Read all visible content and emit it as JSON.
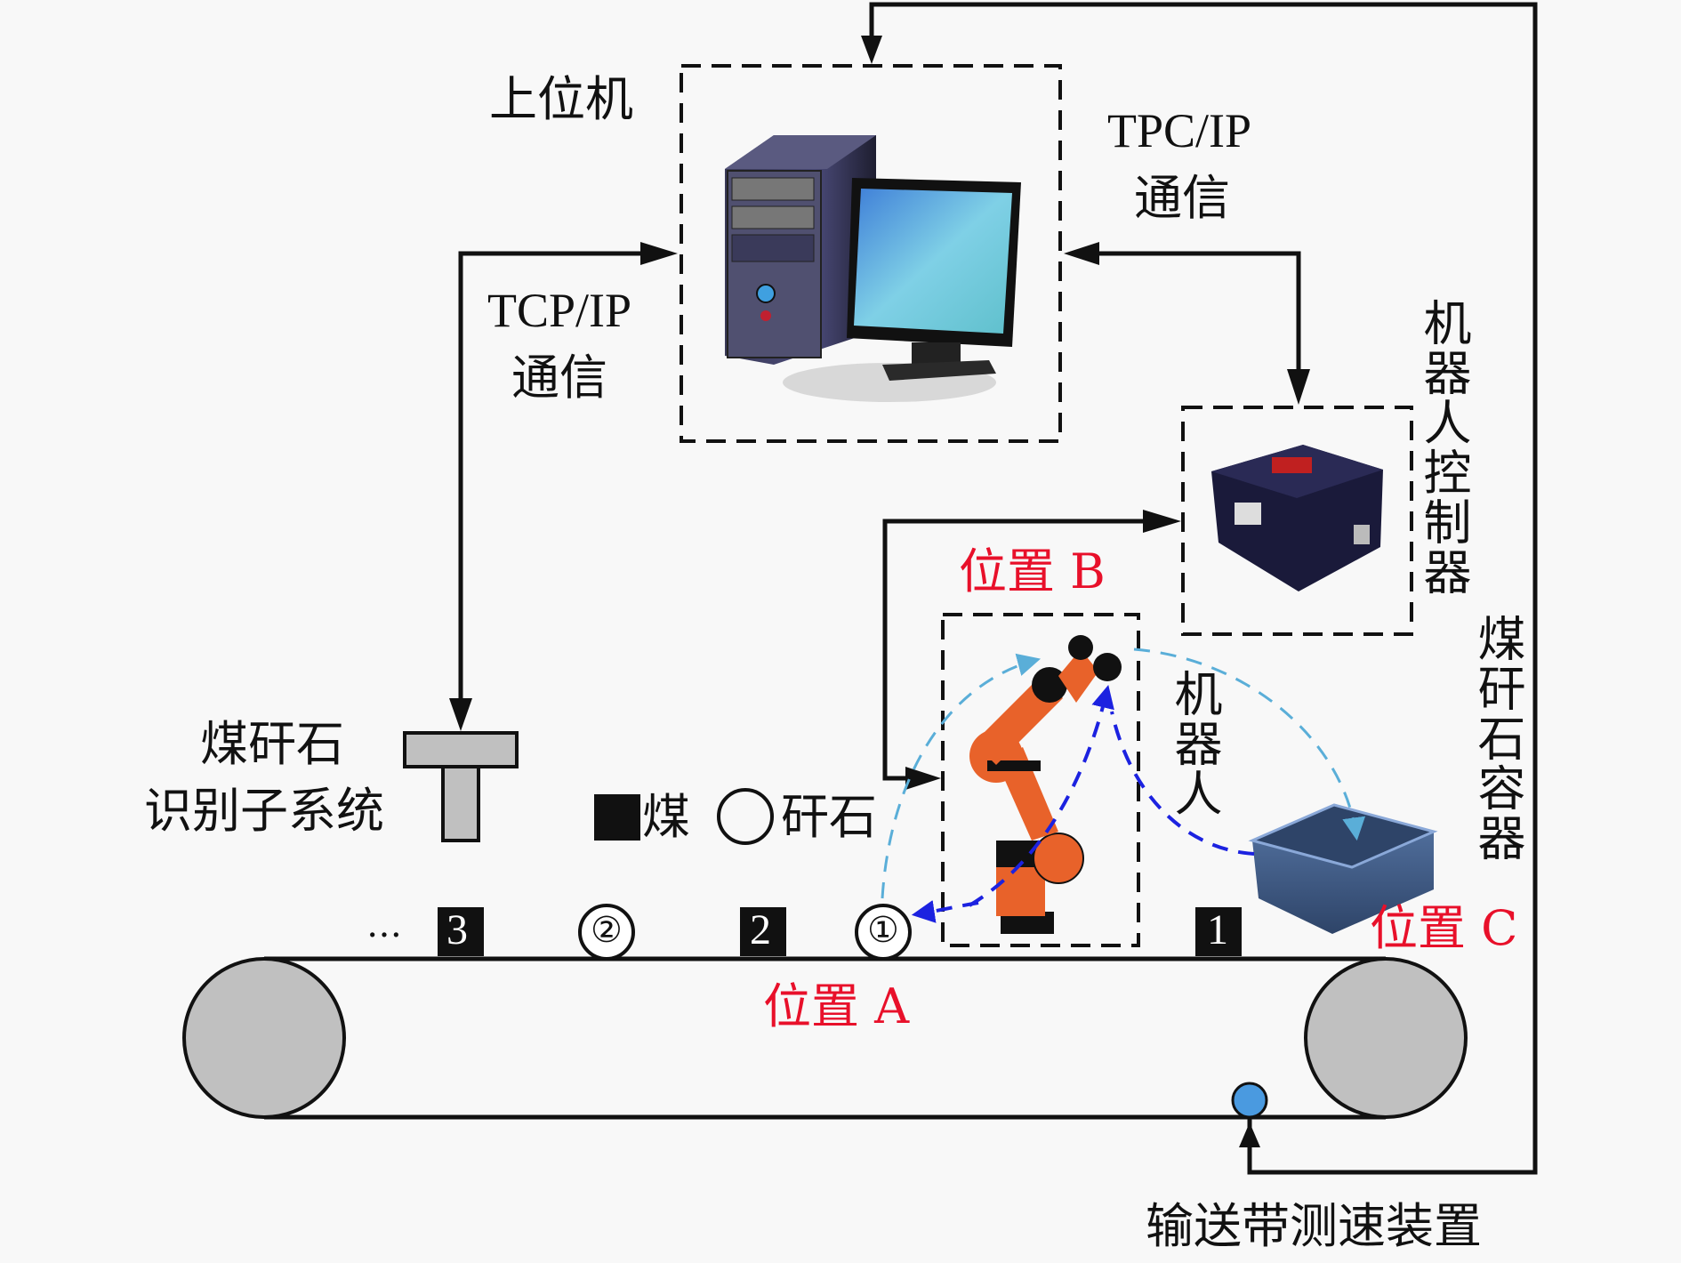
{
  "labels": {
    "host_computer": "上位机",
    "tcp_left_line1": "TCP/IP",
    "tcp_left_line2": "通信",
    "tcp_right_line1": "TPC/IP",
    "tcp_right_line2": "通信",
    "robot_controller": "机器人控制器",
    "robot": "机器人",
    "gangue_container": "煤矸石容器",
    "recognition_line1": "煤矸石",
    "recognition_line2": "识别子系统",
    "legend_coal": "煤",
    "legend_gangue": "矸石",
    "position_a": "位置 A",
    "position_b": "位置 B",
    "position_c": "位置 C",
    "speed_device": "输送带测速装置",
    "ellipsis": "…"
  },
  "belt_items": [
    {
      "type": "coal",
      "label": "3"
    },
    {
      "type": "gangue",
      "label": "②"
    },
    {
      "type": "coal",
      "label": "2"
    },
    {
      "type": "gangue",
      "label": "①"
    },
    {
      "type": "coal",
      "label": "1"
    }
  ],
  "colors": {
    "line": "#111111",
    "position_text": "#e8102a",
    "roller_fill": "#c0c0c0",
    "sensor_fill": "#4a9ae0",
    "path_light": "#5aaed8",
    "path_dark": "#1c22e0",
    "robot_orange": "#e8622a"
  }
}
